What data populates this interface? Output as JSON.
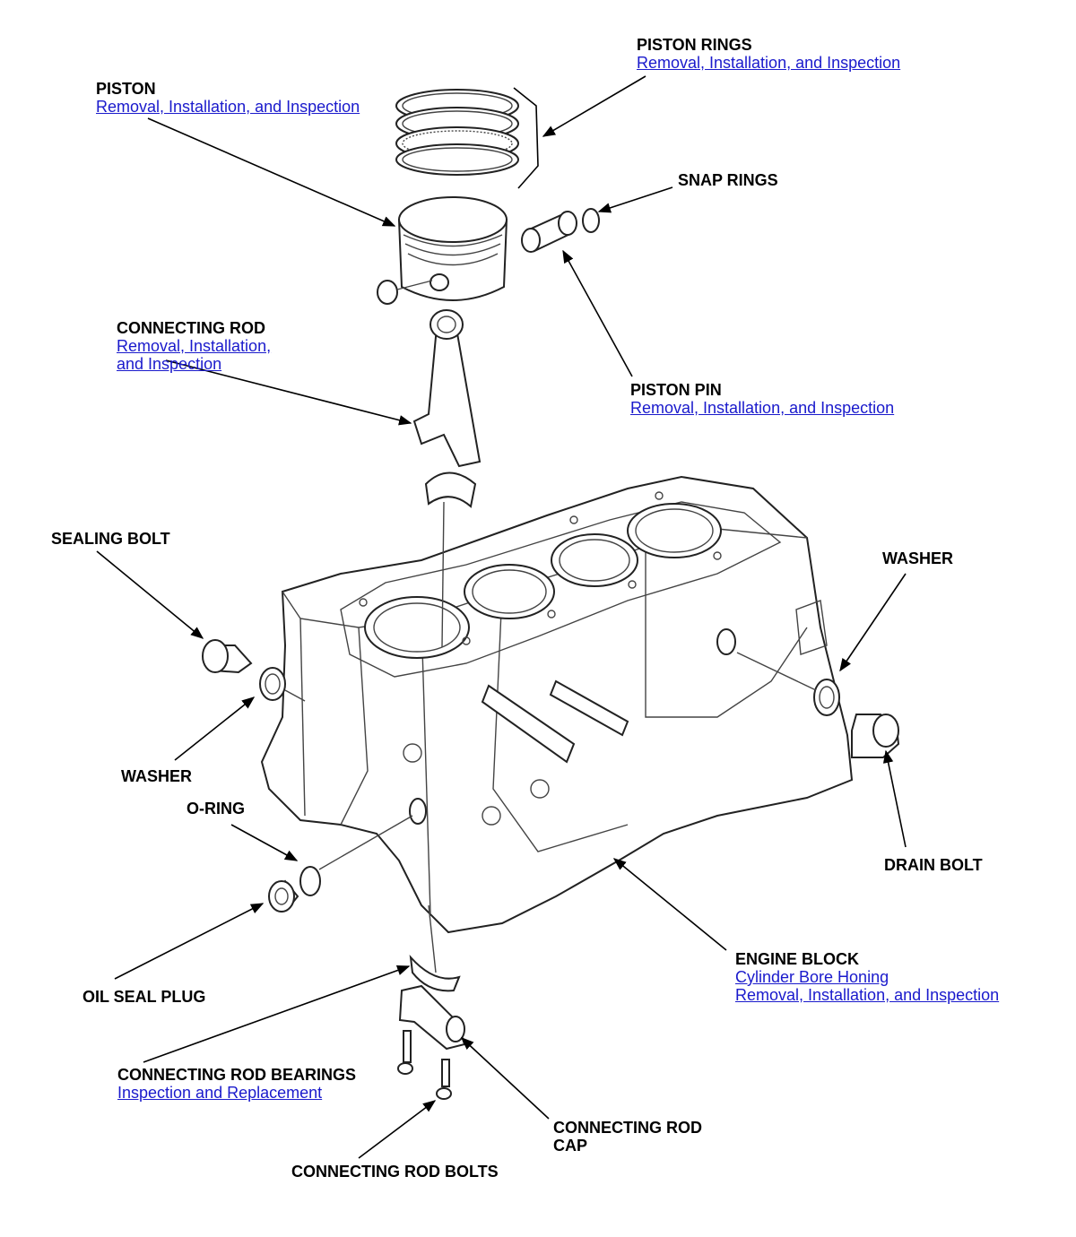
{
  "colors": {
    "link": "#1a1acc",
    "label": "#000000",
    "line": "#222222"
  },
  "callouts": {
    "piston_rings": {
      "title": "PISTON RINGS",
      "links": [
        "Removal, Installation, and Inspection"
      ]
    },
    "piston": {
      "title": "PISTON",
      "links": [
        "Removal, Installation, and Inspection"
      ]
    },
    "snap_rings": {
      "title": "SNAP RINGS"
    },
    "connecting_rod": {
      "title": "CONNECTING ROD",
      "links": [
        "Removal, Installation,",
        "and Inspection"
      ]
    },
    "piston_pin": {
      "title": "PISTON PIN",
      "links": [
        "Removal, Installation, and Inspection"
      ]
    },
    "sealing_bolt": {
      "title": "SEALING BOLT"
    },
    "washer_right": {
      "title": "WASHER"
    },
    "washer_left": {
      "title": "WASHER"
    },
    "o_ring": {
      "title": "O-RING"
    },
    "drain_bolt": {
      "title": "DRAIN BOLT"
    },
    "engine_block": {
      "title": "ENGINE BLOCK",
      "links": [
        "Cylinder Bore Honing",
        "Removal, Installation, and Inspection"
      ]
    },
    "oil_seal_plug": {
      "title": "OIL SEAL PLUG"
    },
    "rod_bearings": {
      "title": "CONNECTING ROD BEARINGS",
      "links": [
        "Inspection and Replacement"
      ]
    },
    "rod_cap": {
      "title_line1": "CONNECTING ROD",
      "title_line2": "CAP"
    },
    "rod_bolts": {
      "title": "CONNECTING ROD BOLTS"
    }
  }
}
